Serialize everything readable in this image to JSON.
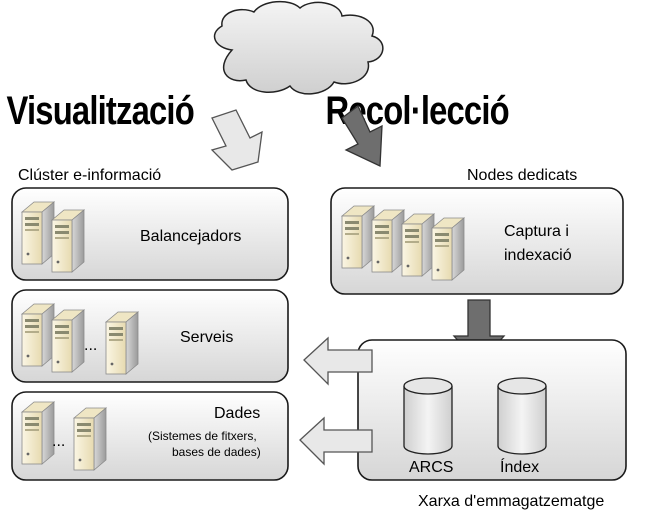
{
  "titles": {
    "left": "Visualització",
    "right": "Recol·lecció"
  },
  "cluster": {
    "label": "Clúster e-informació",
    "boxes": [
      {
        "label": "Balancejadors"
      },
      {
        "label": "Serveis",
        "ellipsis": "..."
      },
      {
        "label": "Dades",
        "sublabel_1": "(Sistemes de fitxers,",
        "sublabel_2": "bases de dades)",
        "ellipsis": "..."
      }
    ]
  },
  "dedicated": {
    "label": "Nodes dedicats",
    "box_label_1": "Captura i",
    "box_label_2": "indexació"
  },
  "storage": {
    "label": "Xarxa d'emmagatzematge",
    "items": [
      "ARCS",
      "Índex"
    ]
  },
  "colors": {
    "box_border": "#1a1a1a",
    "box_fill_top": "#ffffff",
    "box_fill_bottom": "#d8d8d8",
    "arrow_light": "#e6e6e6",
    "arrow_dark": "#6b6b6b",
    "server_body": "#f2e9c8",
    "server_side": "#b9b9b9"
  },
  "icons": [
    "cloud-icon",
    "server-icon",
    "database-icon",
    "arrow-icon"
  ]
}
